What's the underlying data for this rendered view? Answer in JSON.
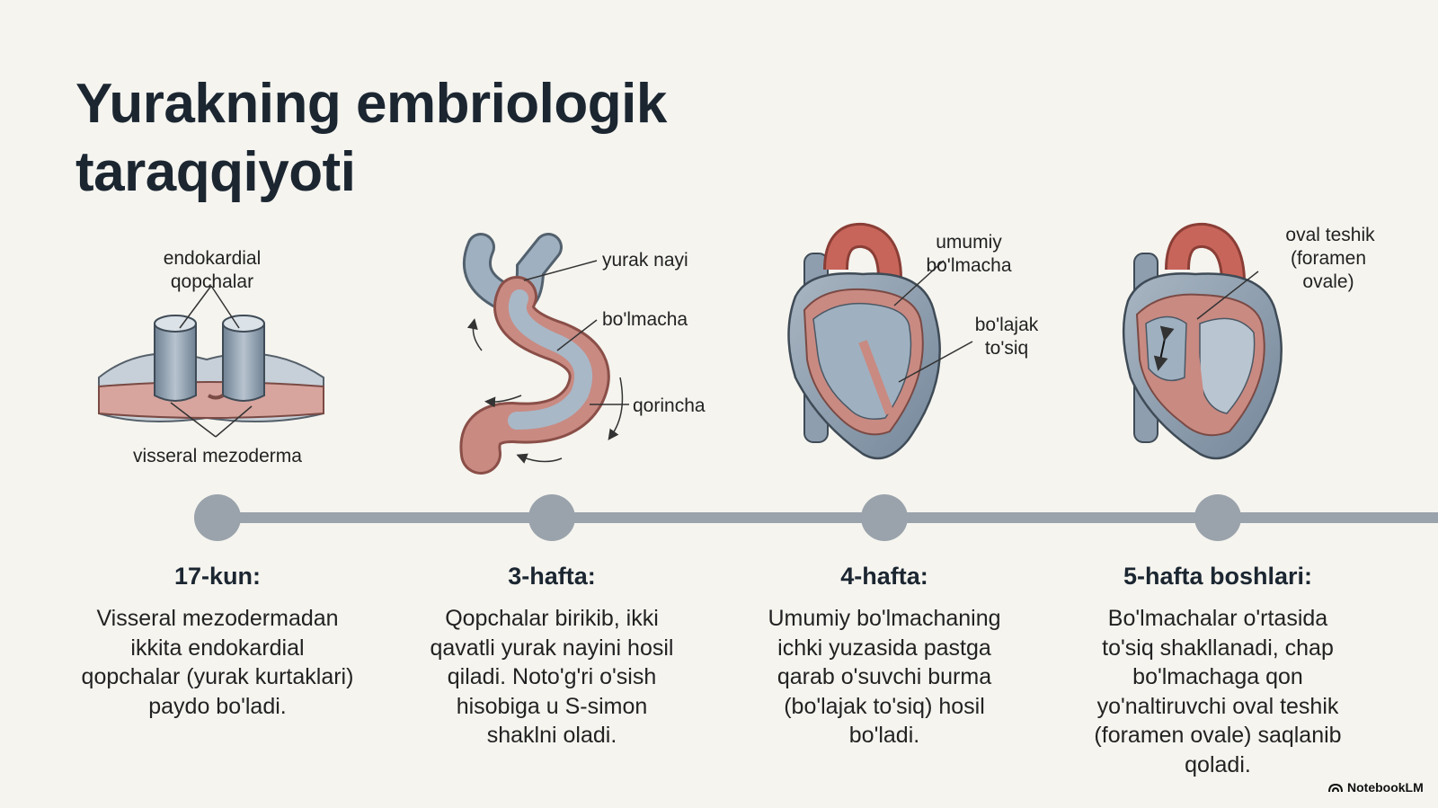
{
  "title": "Yurakning embriologik taraqqiyoti",
  "diagram_labels": {
    "stage1": [
      "endokardial",
      "qopchalar",
      "visseral mezoderma"
    ],
    "stage2": [
      "yurak nayi",
      "bo'lmacha",
      "qorincha"
    ],
    "stage3": [
      "umumiy",
      "bo'lmacha",
      "bo'lajak",
      "to'siq"
    ],
    "stage4": [
      "oval teshik",
      "(foramen",
      "ovale)"
    ]
  },
  "stages": [
    {
      "heading": "17-kun:",
      "lines": [
        "Visseral mezodermadan",
        "ikkita endokardial",
        "qopchalar (yurak kurtaklari)",
        "paydo bo'ladi."
      ]
    },
    {
      "heading": "3-hafta:",
      "lines": [
        "Qopchalar birikib, ikki",
        "qavatli yurak nayini hosil",
        "qiladi. Noto'g'ri o'sish",
        "hisobiga u S-simon",
        "shaklni oladi."
      ]
    },
    {
      "heading": "4-hafta:",
      "lines": [
        "Umumiy bo'lmachaning",
        "ichki yuzasida pastga",
        "qarab o'suvchi burma",
        "(bo'lajak to'siq) hosil",
        "bo'ladi."
      ]
    },
    {
      "heading": "5-hafta boshlari:",
      "lines": [
        "Bo'lmachalar o'rtasida",
        "to'siq shakllanadi, chap",
        "bo'lmachaga qon",
        "yo'naltiruvchi oval teshik",
        "(foramen ovale) saqlanib",
        "qoladi."
      ]
    }
  ],
  "brand": "NotebookLM",
  "colors": {
    "timeline": "#9aa3ab",
    "vessel_blue": "#8e9eaf",
    "tissue_pink": "#c98a82",
    "artery_red": "#c8655a",
    "title": "#1b2631"
  },
  "icons": {
    "brand": "notebooklm-logo-icon"
  }
}
